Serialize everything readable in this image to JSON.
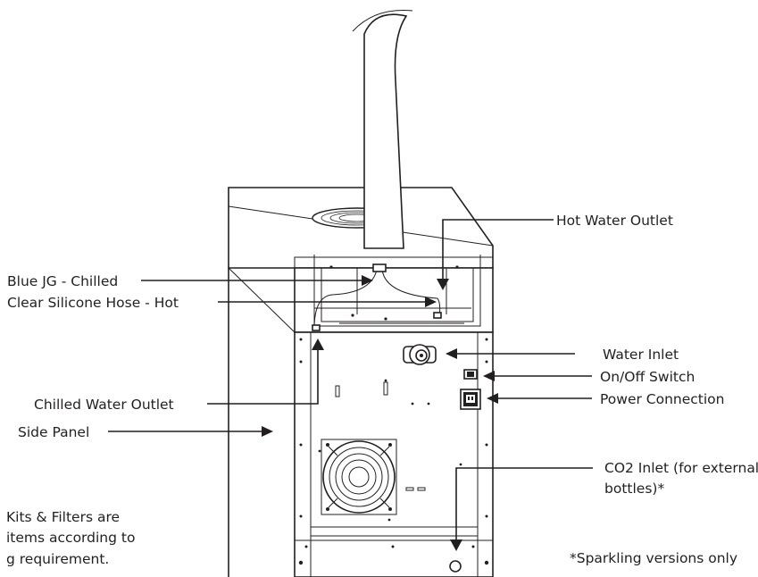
{
  "labels": {
    "hot_water_outlet": "Hot Water Outlet",
    "blue_jg_chilled": "Blue JG - Chilled",
    "clear_silicone_hose_hot": "Clear Silicone Hose - Hot",
    "water_inlet": "Water Inlet",
    "on_off_switch": "On/Off Switch",
    "power_connection": "Power Connection",
    "chilled_water_outlet": "Chilled Water Outlet",
    "side_panel": "Side Panel",
    "co2_inlet_line1": "CO2 Inlet (for external",
    "co2_inlet_line2": "bottles)*",
    "note_line1": "Kits & Filters are",
    "note_line2": "items according to",
    "note_line3": "g requirement.",
    "sparkling_note": "*Sparkling versions only"
  },
  "colors": {
    "ink": "#231f20",
    "background": "#ffffff"
  }
}
